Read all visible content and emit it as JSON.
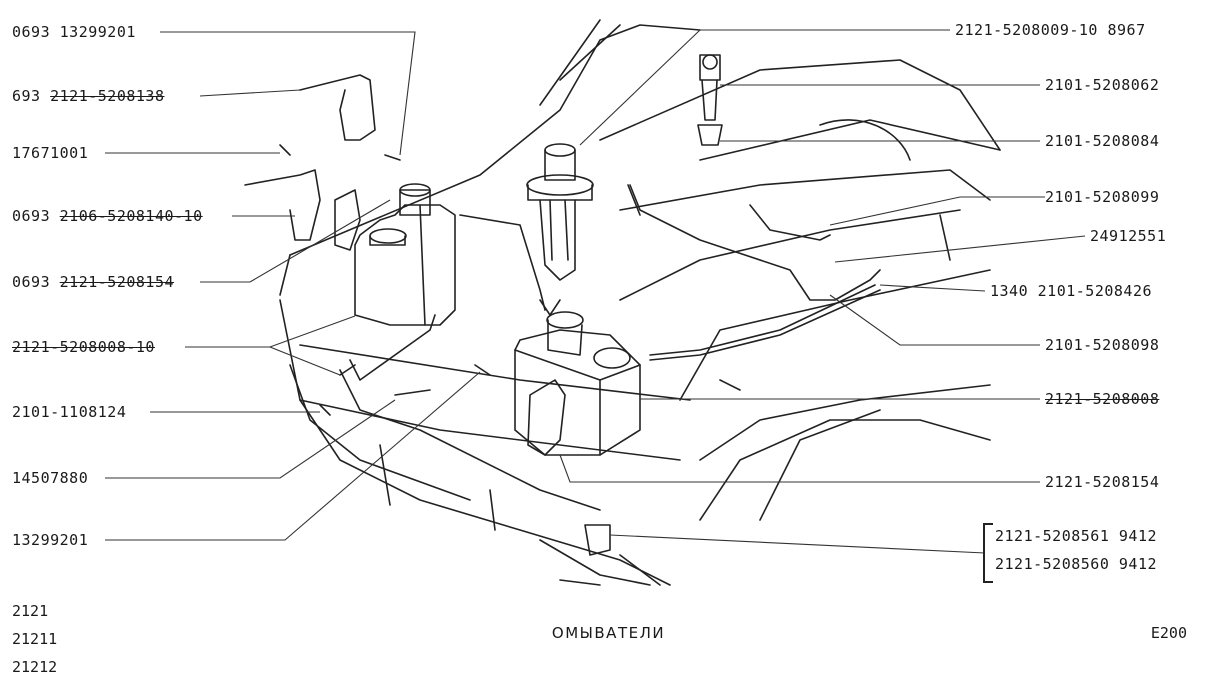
{
  "title": "ОМЫВАТЕЛИ",
  "page_id": "E200",
  "models": [
    "2121",
    "21211",
    "21212"
  ],
  "left_labels": [
    {
      "prefix": "0693",
      "num": "13299201"
    },
    {
      "prefix": "693",
      "num": "2121-5208138"
    },
    {
      "prefix": "",
      "num": "17671001"
    },
    {
      "prefix": "0693",
      "num": "2106-5208140-10"
    },
    {
      "prefix": "0693",
      "num": "2121-5208154"
    },
    {
      "prefix": "",
      "num": "2121-5208008-10"
    },
    {
      "prefix": "",
      "num": "2101-1108124"
    },
    {
      "prefix": "",
      "num": "14507880"
    },
    {
      "prefix": "",
      "num": "13299201"
    }
  ],
  "right_labels": [
    {
      "text": "2121-5208009-10 8967"
    },
    {
      "text": "2101-5208062"
    },
    {
      "text": "2101-5208084"
    },
    {
      "text": "2101-5208099"
    },
    {
      "text": "24912551"
    },
    {
      "text": "1340 2101-5208426"
    },
    {
      "text": "2101-5208098"
    },
    {
      "text": "2121-5208008"
    },
    {
      "text": "2121-5208154"
    },
    {
      "text": "2121-5208561 9412"
    },
    {
      "text": "2121-5208560 9412"
    }
  ]
}
